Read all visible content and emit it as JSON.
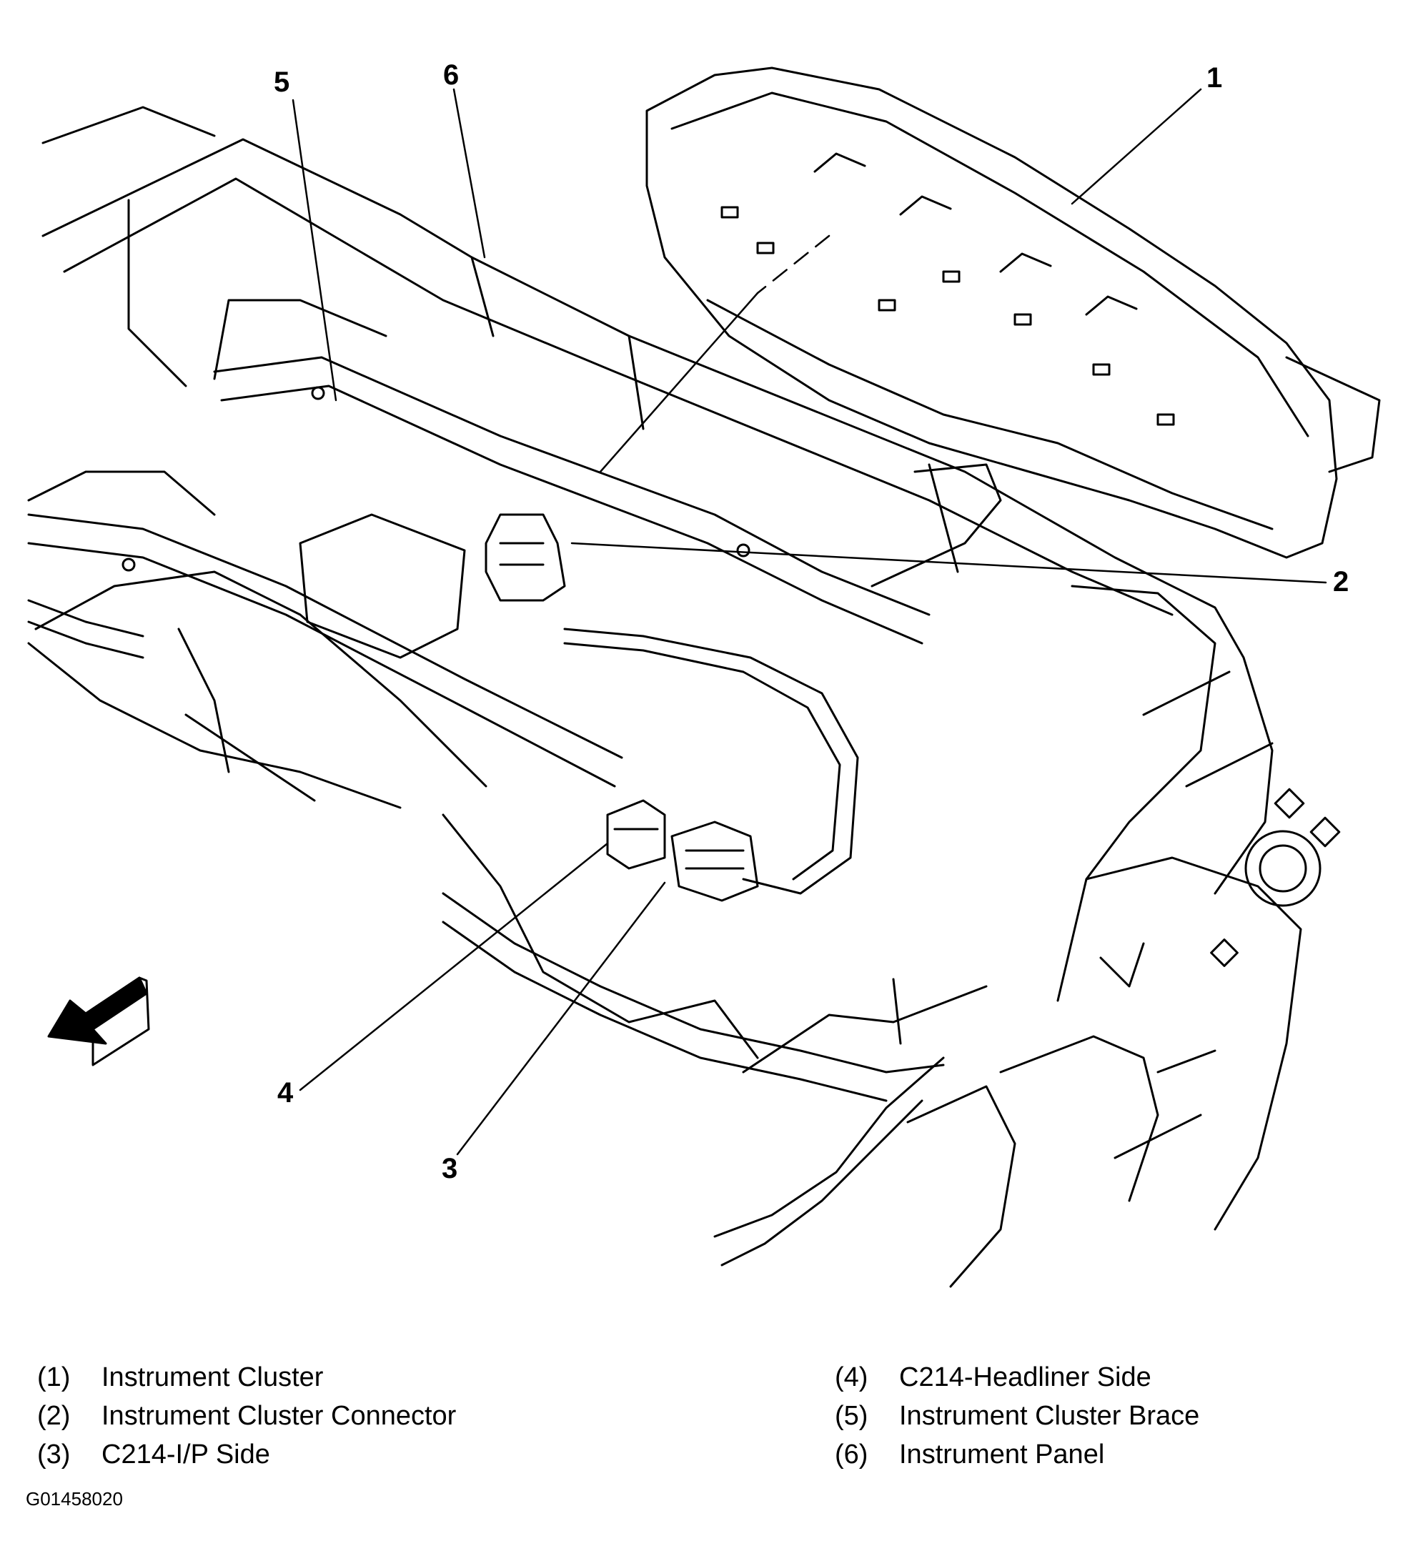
{
  "callouts": [
    "1",
    "2",
    "3",
    "4",
    "5",
    "6"
  ],
  "legend": [
    {
      "num": "(1)",
      "label": "Instrument Cluster"
    },
    {
      "num": "(2)",
      "label": "Instrument Cluster Connector"
    },
    {
      "num": "(3)",
      "label": "C214-I/P Side"
    },
    {
      "num": "(4)",
      "label": "C214-Headliner Side"
    },
    {
      "num": "(5)",
      "label": "Instrument Cluster Brace"
    },
    {
      "num": "(6)",
      "label": "Instrument Panel"
    }
  ],
  "figure_id": "G01458020",
  "icons": [
    "front-direction-arrow-icon"
  ]
}
